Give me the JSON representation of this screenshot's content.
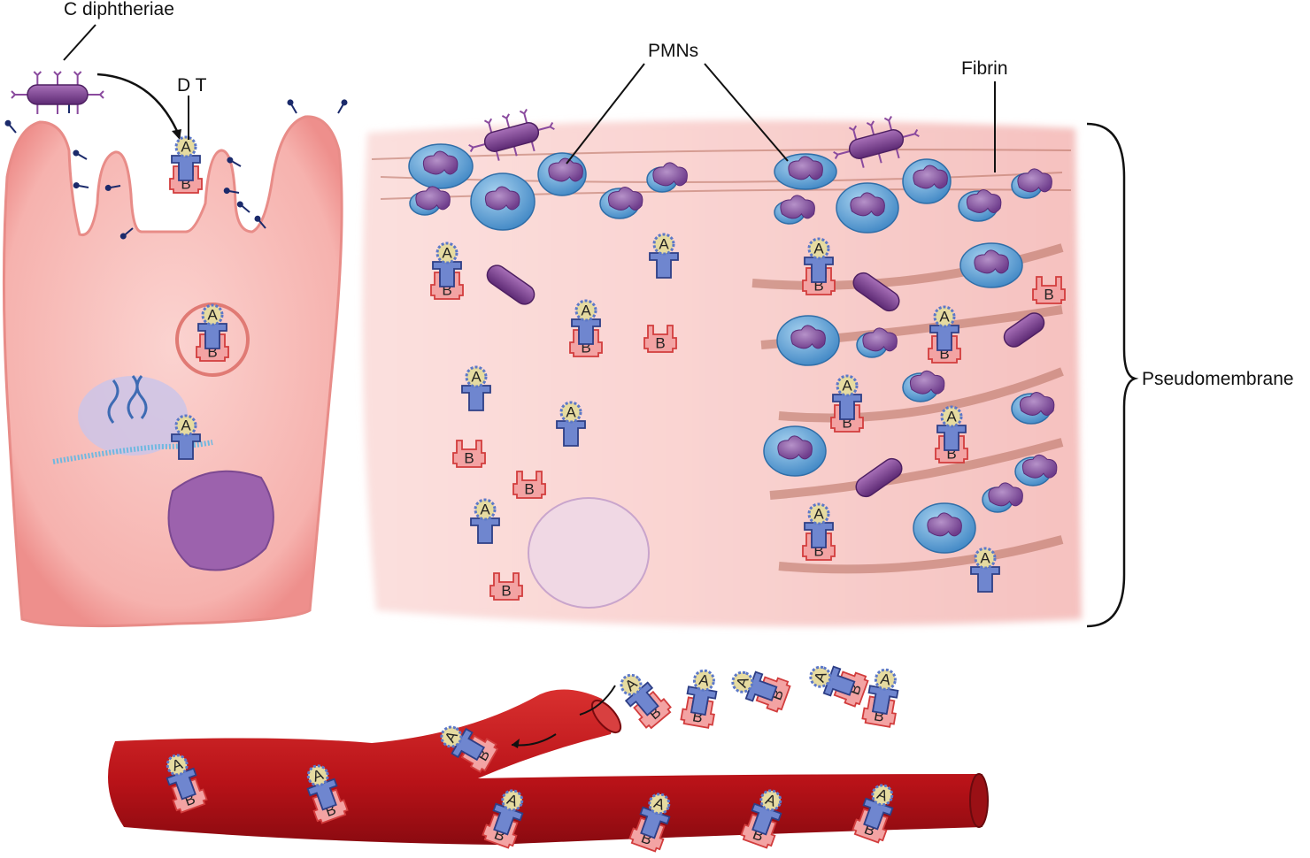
{
  "labels": {
    "bacterium": "C diphtheriae",
    "toxin": "D T",
    "pmns": "PMNs",
    "fibrin": "Fibrin",
    "pseudomembrane": "Pseudomembrane"
  },
  "toxin_parts": {
    "a_subunit": "A",
    "b_subunit": "B"
  },
  "colors": {
    "cell": "#f7b9b5",
    "tissue": "#f6c6c4",
    "vessel": "#c0141a",
    "toxin_a": "#6f86cf",
    "toxin_b": "#f3a3a3",
    "pmn": "#5ea3d6",
    "bacterium": "#7a3a8e"
  }
}
